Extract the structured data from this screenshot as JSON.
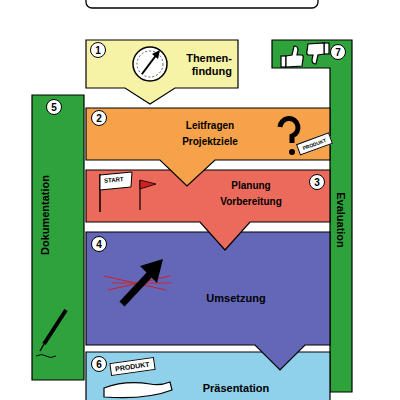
{
  "diagram": {
    "nodes": [
      {
        "text": [
          "1",
          "Themen- findung"
        ]
      },
      {
        "text": [
          "7",
          "Evaluation"
        ]
      },
      {
        "text": [
          "5",
          "Dokumentation"
        ]
      },
      {
        "text": [
          "2",
          "Leitfragen",
          "Projektziele"
        ]
      },
      {
        "text": [
          "3",
          "Planung",
          "Vorbereitung"
        ]
      },
      {
        "text": [
          "4",
          "Umsetzung"
        ]
      },
      {
        "text": [
          "6",
          "Präsentation"
        ]
      }
    ],
    "labels": [
      "START",
      "PRODUKT",
      "PRODUKT"
    ]
  }
}
